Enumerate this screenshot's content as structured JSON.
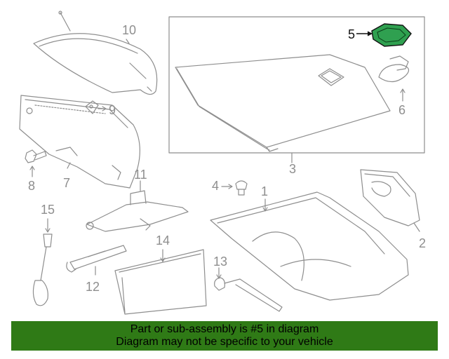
{
  "callouts": {
    "c1": "1",
    "c2": "2",
    "c3": "3",
    "c4": "4",
    "c5": "5",
    "c6": "6",
    "c7": "7",
    "c8": "8",
    "c9": "9",
    "c10": "10",
    "c11": "11",
    "c12": "12",
    "c13": "13",
    "c14": "14",
    "c15": "15"
  },
  "highlighted_part": "5",
  "banner": {
    "line1": "Part or sub-assembly is #5 in diagram",
    "line2": "Diagram may not be specific to your vehicle"
  },
  "colors": {
    "banner_bg": "#2f7a16",
    "highlight_fill": "#2fa050",
    "line_art": "#8e8e8e"
  }
}
